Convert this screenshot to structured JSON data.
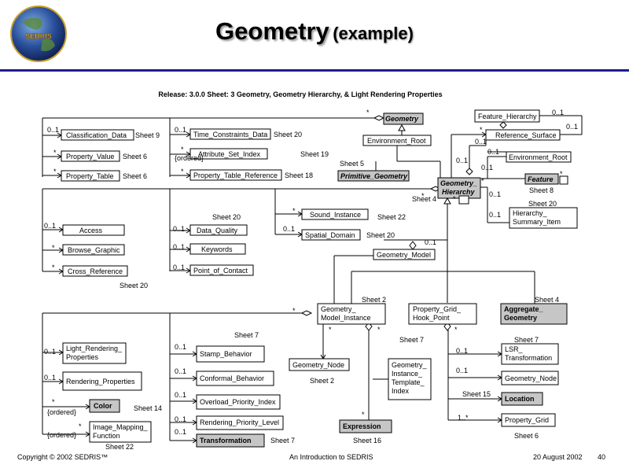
{
  "header": {
    "title": "Geometry",
    "subtitle": "(example)",
    "logo_text": "SEDRIS"
  },
  "diagram": {
    "caption": "Release: 3.0.0  Sheet: 3  Geometry, Geometry Hierarchy, & Light Rendering Properties",
    "classes": {
      "geometry": "Geometry",
      "environment_root": "Environment_Root",
      "primitive_geometry": "Primitive_Geometry",
      "geometry_hierarchy_1": "Geometry_",
      "geometry_hierarchy_2": "Hierarchy",
      "feature_hierarchy": "Feature_Hierarchy",
      "reference_surface": "Reference_Surface",
      "environment_root_2": "Environment_Root",
      "feature": "Feature",
      "hierarchy_summary_item_1": "Hierarchy_",
      "hierarchy_summary_item_2": "Summary_Item",
      "classification_data": "Classification_Data",
      "property_value": "Property_Value",
      "property_table": "Property_Table",
      "time_constraints_data": "Time_Constraints_Data",
      "attribute_set_index": "Attribute_Set_Index",
      "property_table_reference": "Property_Table_Reference",
      "access": "Access",
      "browse_graphic": "Browse_Graphic",
      "cross_reference": "Cross_Reference",
      "data_quality": "Data_Quality",
      "keywords": "Keywords",
      "point_of_contact": "Point_of_Contact",
      "sound_instance": "Sound_Instance",
      "spatial_domain": "Spatial_Domain",
      "geometry_model": "Geometry_Model",
      "geometry_model_instance_1": "Geometry_",
      "geometry_model_instance_2": "Model_Instance",
      "property_grid_hook_point_1": "Property_Grid_",
      "property_grid_hook_point_2": "Hook_Point",
      "aggregate_geometry_1": "Aggregate_",
      "aggregate_geometry_2": "Geometry",
      "light_rendering_properties_1": "Light_Rendering_",
      "light_rendering_properties_2": "Properties",
      "rendering_properties": "Rendering_Properties",
      "color": "Color",
      "image_mapping_function_1": "Image_Mapping_",
      "image_mapping_function_2": "Function",
      "stamp_behavior": "Stamp_Behavior",
      "conformal_behavior": "Conformal_Behavior",
      "overload_priority_index": "Overload_Priority_Index",
      "rendering_priority_level": "Rendering_Priority_Level",
      "transformation": "Transformation",
      "geometry_node": "Geometry_Node",
      "gi_template_index_1": "Geometry_",
      "gi_template_index_2": "Instance_",
      "gi_template_index_3": "Template_",
      "gi_template_index_4": "Index",
      "expression": "Expression",
      "lsr_transformation_1": "LSR_",
      "lsr_transformation_2": "Transformation",
      "geometry_node_2": "Geometry_Node",
      "location": "Location",
      "property_grid": "Property_Grid"
    },
    "sheet_refs": {
      "s9": "Sheet 9",
      "s6a": "Sheet 6",
      "s6b": "Sheet 6",
      "s20a": "Sheet 20",
      "s19": "Sheet 19",
      "s18": "Sheet 18",
      "s5": "Sheet 5",
      "s4a": "Sheet 4",
      "s8": "Sheet 8",
      "s20b": "Sheet 20",
      "s20c": "Sheet 20",
      "s22a": "Sheet 22",
      "s20d": "Sheet 20",
      "s20e": "Sheet 20",
      "s2a": "Sheet 2",
      "s4b": "Sheet 4",
      "s7a": "Sheet 7",
      "s7b": "Sheet 7",
      "s7c": "Sheet 7",
      "s2b": "Sheet 2",
      "s14": "Sheet 14",
      "s22b": "Sheet 22",
      "s7d": "Sheet 7",
      "s16": "Sheet 16",
      "s15": "Sheet 15",
      "s6c": "Sheet 6"
    },
    "multiplicities": {
      "zero_one": "0..1",
      "many": "*",
      "one_many": "1..*",
      "ordered": "{ordered}"
    }
  },
  "footer": {
    "copyright": "Copyright © 2002 SEDRIS™",
    "course": "An Introduction to SEDRIS",
    "date": "20 August 2002",
    "page": "40"
  }
}
